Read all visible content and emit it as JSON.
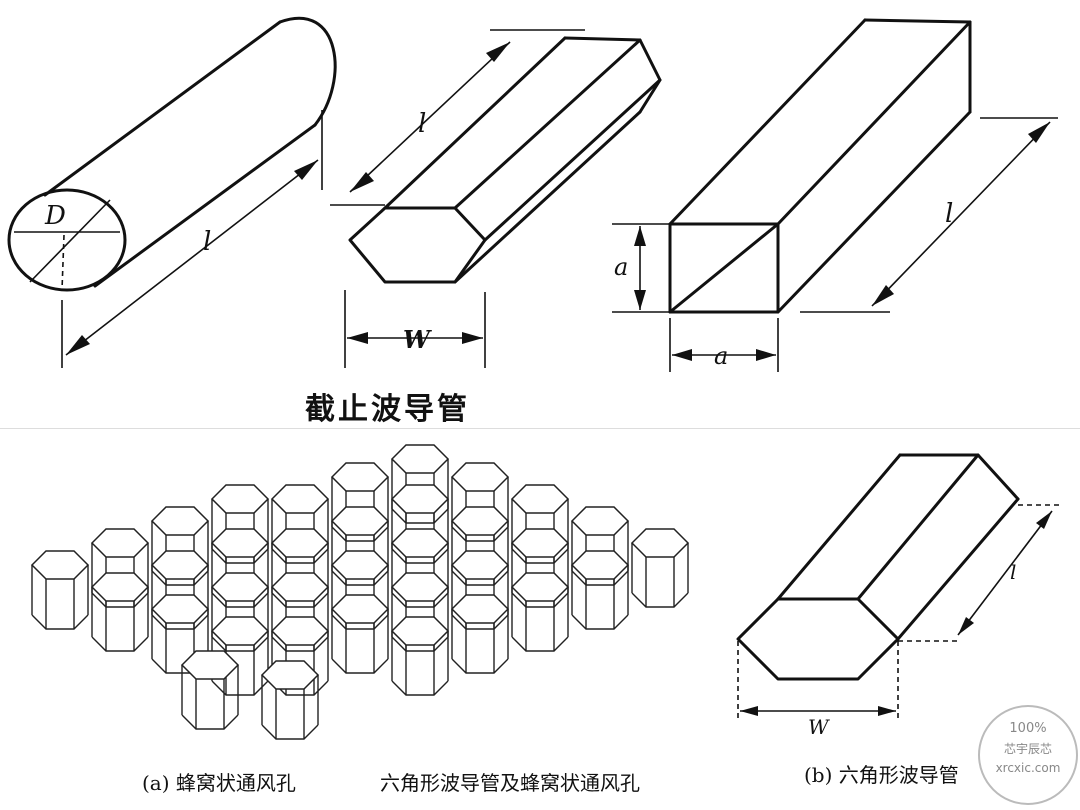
{
  "top": {
    "title": "截止波导管",
    "cylinder": {
      "diameter_label": "D",
      "length_label": "l"
    },
    "hexagonal": {
      "length_label": "l",
      "width_label": "W"
    },
    "square": {
      "side_label_vertical": "a",
      "side_label_horizontal": "a",
      "length_label": "l"
    }
  },
  "bottom": {
    "caption_a_prefix": "(a)",
    "caption_a_text": "蜂窝状通风孔",
    "caption_main": "六角形波导管及蜂窝状通风孔",
    "caption_b_prefix": "(b)",
    "caption_b_text": "六角形波导管",
    "hex_length_label": "l",
    "hex_width_label": "W"
  },
  "watermark": {
    "line1": "100%",
    "line2": "芯宇辰芯",
    "line3": "xrcxic.com"
  }
}
